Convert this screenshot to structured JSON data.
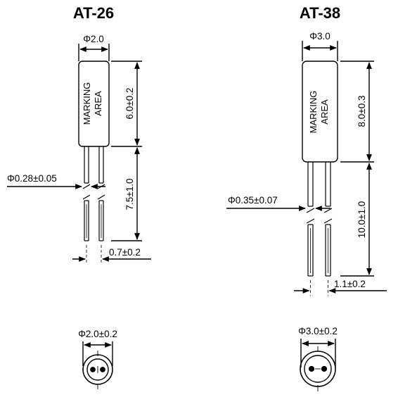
{
  "at26": {
    "title": "AT-26",
    "marking_line1": "MARKING",
    "marking_line2": "AREA",
    "body_diameter": "Φ2.0",
    "body_length": "6.0±0.2",
    "lead_length": "7.5±1.0",
    "lead_diameter": "Φ0.28±0.05",
    "lead_pitch": "0.7±0.2",
    "bottom_diameter": "Φ2.0±0.2"
  },
  "at38": {
    "title": "AT-38",
    "marking_line1": "MARKING",
    "marking_line2": "AREA",
    "body_diameter": "Φ3.0",
    "body_length": "8.0±0.3",
    "lead_length": "10.0±1.0",
    "lead_diameter": "Φ0.35±0.07",
    "lead_pitch": "1.1±0.2",
    "bottom_diameter": "Φ3.0±0.2"
  }
}
